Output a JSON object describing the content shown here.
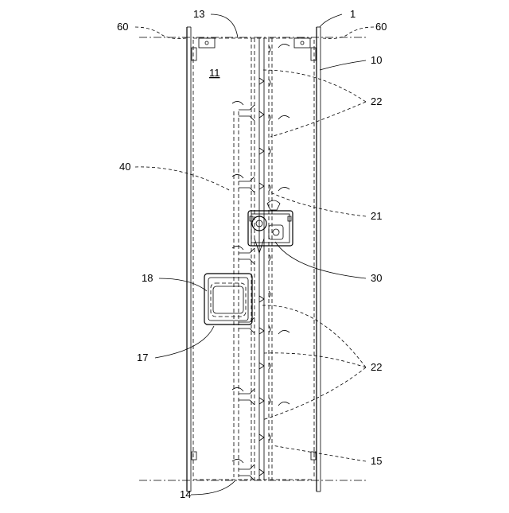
{
  "labels": {
    "fig": "1",
    "l60a": "60",
    "l60b": "60",
    "l13": "13",
    "l10": "10",
    "l11": "11",
    "l22a": "22",
    "l40": "40",
    "l21": "21",
    "l30": "30",
    "l18": "18",
    "l17": "17",
    "l22b": "22",
    "l15": "15",
    "l14": "14"
  }
}
